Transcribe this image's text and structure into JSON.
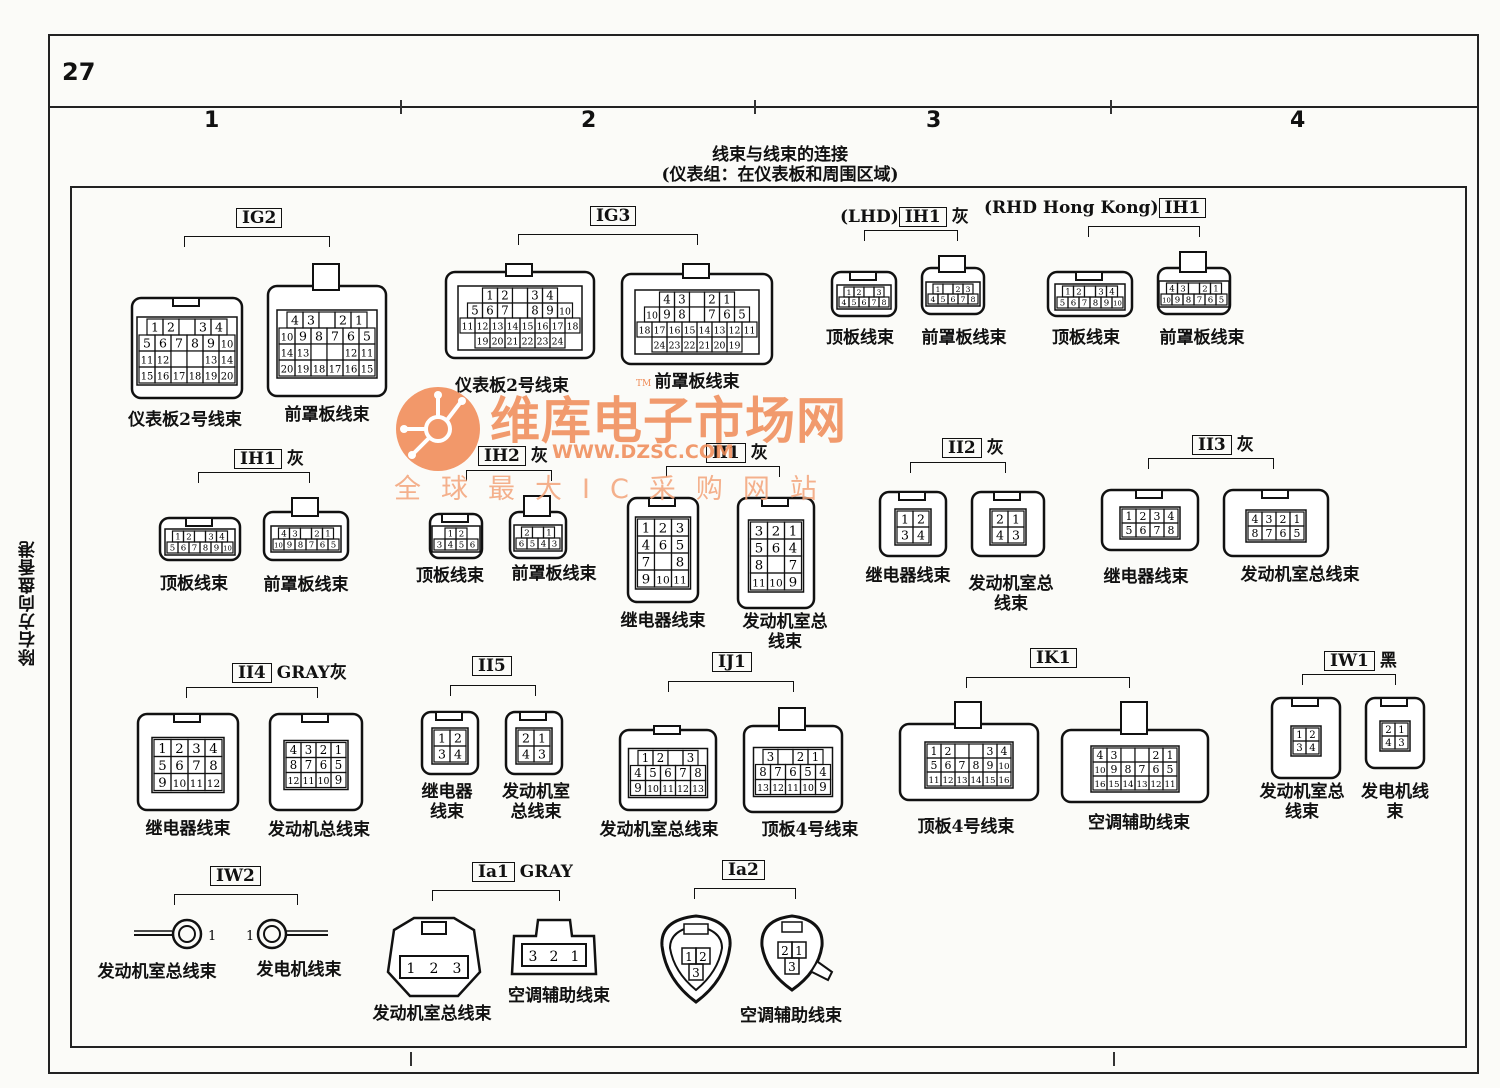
{
  "page": {
    "number": "27",
    "columns": [
      "1",
      "2",
      "3",
      "4"
    ],
    "title": "线束与线束的连接",
    "subtitle": "(仪表组：在仪表板和周围区域)",
    "side_text": "除右方向盘香港"
  },
  "watermark": {
    "brand": "维库电子市场网",
    "url": "WWW.DZSC.COM",
    "slogan": "全球最大IC采购网站",
    "tm": "TM",
    "logo": "circuit-logo-icon"
  },
  "groups": [
    {
      "code": "IG2",
      "note": "",
      "pre": "",
      "labels": [
        "仪表板2号线束",
        "前罩板线束"
      ]
    },
    {
      "code": "IG3",
      "note": "",
      "pre": "",
      "labels": [
        "仪表板2号线束",
        "前罩板线束"
      ]
    },
    {
      "code": "IH1",
      "note": "灰",
      "pre": "(LHD)",
      "labels": [
        "顶板线束",
        "前罩板线束"
      ]
    },
    {
      "code": "IH1",
      "note": "",
      "pre": "(RHD Hong Kong)",
      "labels": [
        "顶板线束",
        "前罩板线束"
      ]
    },
    {
      "code": "IH1",
      "note": "灰",
      "pre": "",
      "labels": [
        "顶板线束",
        "前罩板线束"
      ]
    },
    {
      "code": "IH2",
      "note": "灰",
      "pre": "",
      "labels": [
        "顶板线束",
        "前罩板线束"
      ]
    },
    {
      "code": "II1",
      "note": "灰",
      "pre": "",
      "labels": [
        "继电器线束",
        "发动机室总线束"
      ]
    },
    {
      "code": "II2",
      "note": "灰",
      "pre": "",
      "labels": [
        "继电器线束",
        "发动机室总线束"
      ]
    },
    {
      "code": "II3",
      "note": "灰",
      "pre": "",
      "labels": [
        "继电器线束",
        "发动机室总线束"
      ]
    },
    {
      "code": "II4",
      "note": "GRAY灰",
      "pre": "",
      "labels": [
        "继电器线束",
        "发动机总线束"
      ]
    },
    {
      "code": "II5",
      "note": "",
      "pre": "",
      "labels": [
        "继电器线束",
        "发动机室总线束"
      ]
    },
    {
      "code": "IJ1",
      "note": "",
      "pre": "",
      "labels": [
        "发动机室总线束",
        "顶板4号线束"
      ]
    },
    {
      "code": "IK1",
      "note": "",
      "pre": "",
      "labels": [
        "顶板4号线束",
        "空调辅助线束"
      ]
    },
    {
      "code": "IW1",
      "note": "黑",
      "pre": "",
      "labels": [
        "发动机室总线束",
        "发电机线束"
      ]
    },
    {
      "code": "IW2",
      "note": "",
      "pre": "",
      "labels": [
        "发动机室总线束",
        "发电机线束"
      ]
    },
    {
      "code": "Ia1",
      "note": "GRAY",
      "pre": "",
      "labels": [
        "发动机室总线束",
        "空调辅助线束"
      ]
    },
    {
      "code": "Ia2",
      "note": "",
      "pre": "",
      "labels": [
        "空调辅助线束"
      ]
    }
  ],
  "connectors": {
    "ig2_a": [
      [
        "1",
        "2",
        "",
        "3",
        "4"
      ],
      [
        "5",
        "6",
        "7",
        "8",
        "9",
        "10"
      ],
      [
        "11",
        "12",
        "",
        "",
        "13",
        "14"
      ],
      [
        "15",
        "16",
        "17",
        "18",
        "19",
        "20"
      ]
    ],
    "ig2_b": [
      [
        "4",
        "3",
        "",
        "2",
        "1"
      ],
      [
        "10",
        "9",
        "8",
        "7",
        "6",
        "5"
      ],
      [
        "14",
        "13",
        "",
        "",
        "12",
        "11"
      ],
      [
        "20",
        "19",
        "18",
        "17",
        "16",
        "15"
      ]
    ],
    "ig3_a": [
      [
        "1",
        "2",
        "",
        "3",
        "4"
      ],
      [
        "5",
        "6",
        "7",
        "",
        "8",
        "9",
        "10"
      ],
      [
        "11",
        "12",
        "13",
        "14",
        "15",
        "16",
        "17",
        "18"
      ],
      [
        "19",
        "20",
        "21",
        "22",
        "23",
        "24"
      ]
    ],
    "ig3_b": [
      [
        "4",
        "3",
        "",
        "2",
        "1"
      ],
      [
        "10",
        "9",
        "8",
        "",
        "7",
        "6",
        "5"
      ],
      [
        "18",
        "17",
        "16",
        "15",
        "14",
        "13",
        "12",
        "11"
      ],
      [
        "24",
        "23",
        "22",
        "21",
        "20",
        "19"
      ]
    ],
    "ih1_lhd_a": [
      [
        "1",
        "2",
        "",
        "3"
      ],
      [
        "4",
        "5",
        "6",
        "7",
        "8"
      ]
    ],
    "ih1_lhd_b": [
      [
        "1",
        "",
        "2",
        "3"
      ],
      [
        "4",
        "5",
        "6",
        "7",
        "8"
      ]
    ],
    "ih1_hk_a": [
      [
        "1",
        "2",
        "",
        "3",
        "4"
      ],
      [
        "5",
        "6",
        "7",
        "8",
        "9",
        "10"
      ]
    ],
    "ih1_hk_b": [
      [
        "4",
        "3",
        "",
        "2",
        "1"
      ],
      [
        "10",
        "9",
        "8",
        "7",
        "6",
        "5"
      ]
    ],
    "ih2_a": [
      [
        "1",
        "2"
      ],
      [
        "3",
        "4",
        "5",
        "6"
      ]
    ],
    "ih2_b": [
      [
        "2",
        "",
        "1"
      ],
      [
        "6",
        "5",
        "4",
        "3"
      ]
    ],
    "ii1_a": [
      [
        "1",
        "2",
        "3"
      ],
      [
        "4",
        "6",
        "5"
      ],
      [
        "7",
        "",
        "8"
      ],
      [
        "9",
        "10",
        "11"
      ]
    ],
    "ii1_b": [
      [
        "3",
        "2",
        "1"
      ],
      [
        "5",
        "6",
        "4"
      ],
      [
        "8",
        "",
        "7"
      ],
      [
        "11",
        "10",
        "9"
      ]
    ],
    "ii2_a": [
      [
        "1",
        "2"
      ],
      [
        "3",
        "4"
      ]
    ],
    "ii2_b": [
      [
        "2",
        "1"
      ],
      [
        "4",
        "3"
      ]
    ],
    "ii3_a": [
      [
        "1",
        "2",
        "3",
        "4"
      ],
      [
        "5",
        "6",
        "7",
        "8"
      ]
    ],
    "ii3_b": [
      [
        "4",
        "3",
        "2",
        "1"
      ],
      [
        "8",
        "7",
        "6",
        "5"
      ]
    ],
    "ii4_a": [
      [
        "1",
        "2",
        "3",
        "4"
      ],
      [
        "5",
        "6",
        "7",
        "8"
      ],
      [
        "9",
        "10",
        "11",
        "12"
      ]
    ],
    "ii4_b": [
      [
        "4",
        "3",
        "2",
        "1"
      ],
      [
        "8",
        "7",
        "6",
        "5"
      ],
      [
        "12",
        "11",
        "10",
        "9"
      ]
    ],
    "ii5_a": [
      [
        "1",
        "2"
      ],
      [
        "3",
        "4"
      ]
    ],
    "ii5_b": [
      [
        "2",
        "1"
      ],
      [
        "4",
        "3"
      ]
    ],
    "ij1_a": [
      [
        "1",
        "2",
        "",
        "3"
      ],
      [
        "4",
        "5",
        "6",
        "7",
        "8"
      ],
      [
        "9",
        "10",
        "11",
        "12",
        "13"
      ]
    ],
    "ij1_b": [
      [
        "3",
        "",
        "2",
        "1"
      ],
      [
        "8",
        "7",
        "6",
        "5",
        "4"
      ],
      [
        "13",
        "12",
        "11",
        "10",
        "9"
      ]
    ],
    "ik1_a": [
      [
        "1",
        "2",
        "",
        "",
        "3",
        "4"
      ],
      [
        "5",
        "6",
        "7",
        "8",
        "9",
        "10"
      ],
      [
        "11",
        "12",
        "13",
        "14",
        "15",
        "16"
      ]
    ],
    "ik1_b": [
      [
        "4",
        "3",
        "",
        "",
        "2",
        "1"
      ],
      [
        "10",
        "9",
        "8",
        "7",
        "6",
        "5"
      ],
      [
        "16",
        "15",
        "14",
        "13",
        "12",
        "11"
      ]
    ],
    "iw1_a": [
      [
        "1",
        "2"
      ],
      [
        "3",
        "4"
      ]
    ],
    "iw1_b": [
      [
        "2",
        "1"
      ],
      [
        "4",
        "3"
      ]
    ],
    "iw2_a": "1",
    "iw2_b": "1",
    "ia1_a": [
      "1",
      "2",
      "3"
    ],
    "ia1_b": [
      "3",
      "2",
      "1"
    ],
    "ia2_a": [
      [
        "1",
        "2"
      ],
      [
        "3"
      ]
    ],
    "ia2_b": [
      [
        "2",
        "1"
      ],
      [
        "3"
      ]
    ]
  }
}
